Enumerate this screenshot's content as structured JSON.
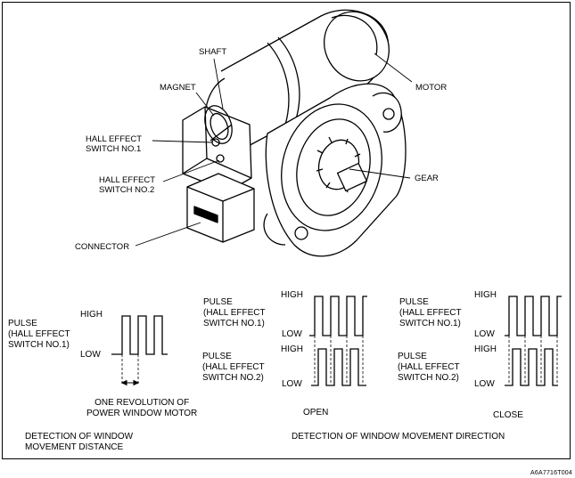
{
  "image_code": "A6A7716T004",
  "illustration": {
    "labels": {
      "shaft": "SHAFT",
      "magnet": "MAGNET",
      "motor": "MOTOR",
      "hall_switch_1": "HALL EFFECT\nSWITCH NO.1",
      "hall_switch_2": "HALL EFFECT\nSWITCH NO.2",
      "gear": "GEAR",
      "connector": "CONNECTOR"
    }
  },
  "distance_diagram": {
    "signal_label": "PULSE\n(HALL EFFECT\nSWITCH NO.1)",
    "high": "HIGH",
    "low": "LOW",
    "note": "ONE REVOLUTION OF\nPOWER WINDOW MOTOR",
    "caption": "DETECTION OF WINDOW\nMOVEMENT DISTANCE"
  },
  "direction_diagram": {
    "signal1_label": "PULSE\n(HALL EFFECT\nSWITCH NO.1)",
    "signal2_label": "PULSE\n(HALL EFFECT\nSWITCH NO.2)",
    "high": "HIGH",
    "low": "LOW",
    "open_label": "OPEN",
    "close_label": "CLOSE",
    "caption": "DETECTION OF WINDOW MOVEMENT DIRECTION"
  }
}
